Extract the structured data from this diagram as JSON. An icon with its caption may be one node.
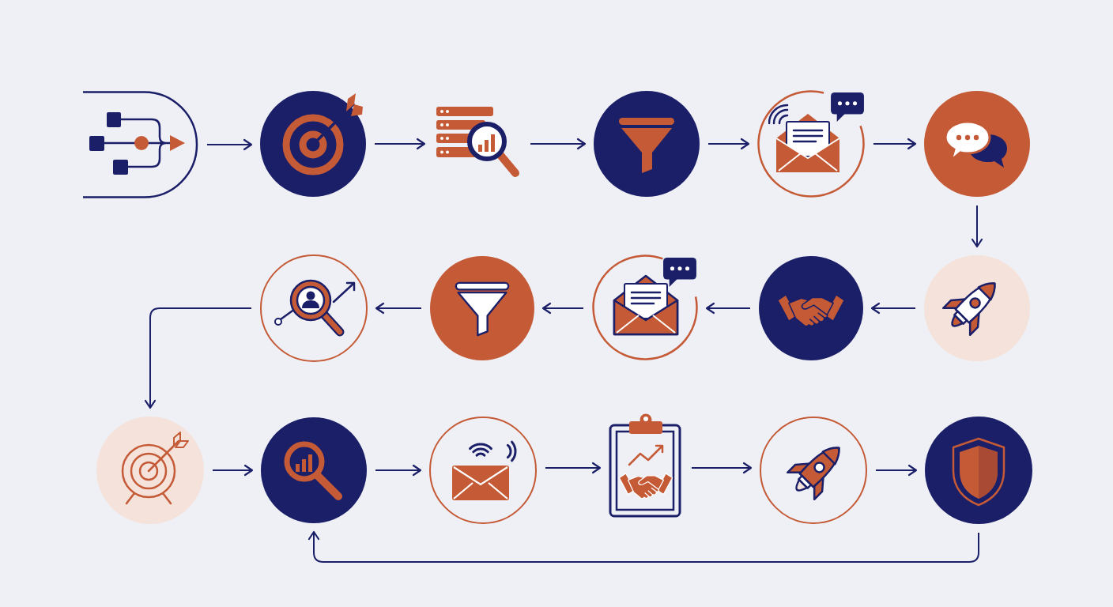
{
  "diagram": {
    "nodes": [
      {
        "text": [],
        "shape": "picture"
      },
      {
        "text": [],
        "shape": "circle"
      },
      {
        "text": [],
        "shape": "picture"
      },
      {
        "text": [],
        "shape": "circle"
      },
      {
        "text": [],
        "shape": "circle"
      },
      {
        "text": [],
        "shape": "circle"
      },
      {
        "text": [],
        "shape": "circle"
      },
      {
        "text": [],
        "shape": "circle"
      },
      {
        "text": [],
        "shape": "circle"
      },
      {
        "text": [],
        "shape": "circle"
      },
      {
        "text": [],
        "shape": "circle"
      },
      {
        "text": [],
        "shape": "circle"
      },
      {
        "text": [],
        "shape": "circle"
      },
      {
        "text": [],
        "shape": "circle"
      },
      {
        "text": [],
        "shape": "picture"
      },
      {
        "text": [],
        "shape": "circle"
      },
      {
        "text": [],
        "shape": "circle"
      }
    ],
    "edges": [
      {
        "from": 0,
        "to": 1,
        "arrow": "to"
      },
      {
        "from": 1,
        "to": 2,
        "arrow": "to"
      },
      {
        "from": 2,
        "to": 3,
        "arrow": "to"
      },
      {
        "from": 3,
        "to": 4,
        "arrow": "to"
      },
      {
        "from": 4,
        "to": 5,
        "arrow": "to"
      },
      {
        "from": 5,
        "to": 6,
        "arrow": "to"
      },
      {
        "from": 6,
        "to": 7,
        "arrow": "to"
      },
      {
        "from": 7,
        "to": 8,
        "arrow": "to"
      },
      {
        "from": 8,
        "to": 9,
        "arrow": "to"
      },
      {
        "from": 9,
        "to": 10,
        "arrow": "to"
      },
      {
        "from": 10,
        "to": 11,
        "arrow": "to"
      },
      {
        "from": 11,
        "to": 12,
        "arrow": "to"
      },
      {
        "from": 12,
        "to": 13,
        "arrow": "to"
      },
      {
        "from": 13,
        "to": 14,
        "arrow": "to"
      },
      {
        "from": 14,
        "to": 15,
        "arrow": "to"
      },
      {
        "from": 15,
        "to": 16,
        "arrow": "to"
      },
      {
        "from": 16,
        "to": 12,
        "arrow": "to"
      }
    ]
  }
}
